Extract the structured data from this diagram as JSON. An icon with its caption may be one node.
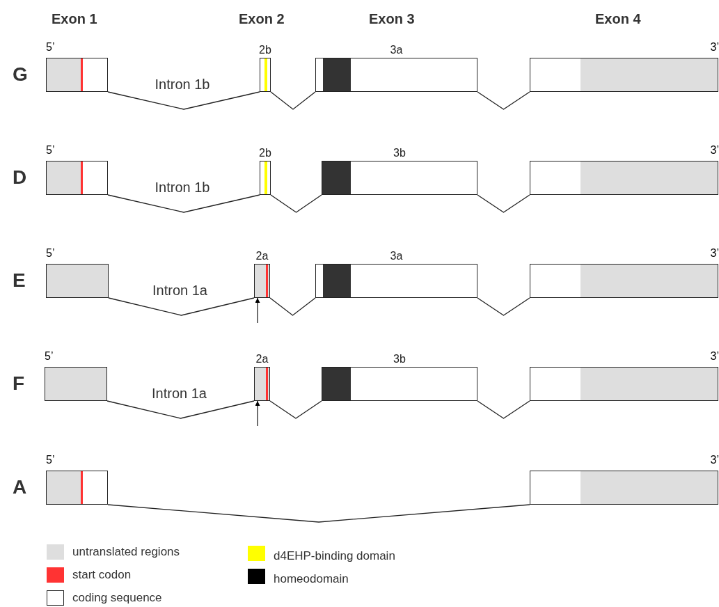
{
  "diagram": {
    "nodes": [
      {
        "text": [],
        "shape": "box",
        "beside": [
          "5’"
        ]
      },
      {
        "text": [
          "2b"
        ]
      },
      {
        "text": [
          "3a"
        ]
      },
      {
        "text": [],
        "shape": "box",
        "beside": [
          "3’"
        ]
      },
      {
        "text": [],
        "shape": "box",
        "beside": [
          "5’"
        ]
      },
      {
        "text": [
          "2b"
        ]
      },
      {
        "text": [
          "3b"
        ]
      },
      {
        "text": [],
        "shape": "box",
        "beside": [
          "3’"
        ]
      },
      {
        "text": [],
        "shape": "box",
        "beside": [
          "5’"
        ]
      },
      {
        "text": [
          "2a"
        ]
      },
      {
        "text": [
          "3a"
        ]
      },
      {
        "text": [],
        "shape": "box",
        "beside": [
          "3’"
        ]
      },
      {
        "text": [],
        "shape": "box",
        "beside": [
          "5’"
        ]
      },
      {
        "text": [
          "2a"
        ]
      },
      {
        "text": [
          "3b"
        ]
      },
      {
        "text": [],
        "shape": "box",
        "beside": [
          "3’"
        ]
      },
      {
        "text": [],
        "shape": "box",
        "beside": [
          "5’"
        ]
      },
      {
        "text": [],
        "shape": "box",
        "beside": [
          "3’"
        ]
      }
    ],
    "edges": [
      {
        "from": 0,
        "to": 1,
        "arrow": "none",
        "label": "Intron 1b"
      },
      {
        "from": 1,
        "to": 2,
        "arrow": "none"
      },
      {
        "from": 2,
        "to": 3,
        "arrow": "none"
      },
      {
        "from": 4,
        "to": 5,
        "arrow": "none",
        "label": "Intron 1b"
      },
      {
        "from": 5,
        "to": 6,
        "arrow": "none"
      },
      {
        "from": 6,
        "to": 7,
        "arrow": "none"
      },
      {
        "from": 8,
        "to": 9,
        "arrow": "none",
        "label": "Intron 1a"
      },
      {
        "from": 9,
        "to": 10,
        "arrow": "none"
      },
      {
        "from": 10,
        "to": 11,
        "arrow": "none"
      },
      {
        "from": null,
        "to": 9,
        "arrow": "to"
      },
      {
        "from": 12,
        "to": 13,
        "arrow": "none",
        "label": "Intron 1a"
      },
      {
        "from": 13,
        "to": 14,
        "arrow": "none"
      },
      {
        "from": 14,
        "to": 15,
        "arrow": "none"
      },
      {
        "from": null,
        "to": 13,
        "arrow": "to"
      },
      {
        "from": 16,
        "to": 17,
        "arrow": "none"
      }
    ],
    "labels": [
      "Exon 1",
      "Exon 2",
      "Exon 3",
      "Exon 4",
      "G",
      "D",
      "E",
      "F",
      "A"
    ],
    "legend": [
      {
        "text": "untranslated regions",
        "color": "#dedede"
      },
      {
        "text": "start codon",
        "color": "#ff3333"
      },
      {
        "text": "coding sequence"
      },
      {
        "text": "d4EHP-binding domain",
        "color": "#ffff00"
      },
      {
        "text": "homeodomain",
        "color": "#000000"
      }
    ]
  }
}
